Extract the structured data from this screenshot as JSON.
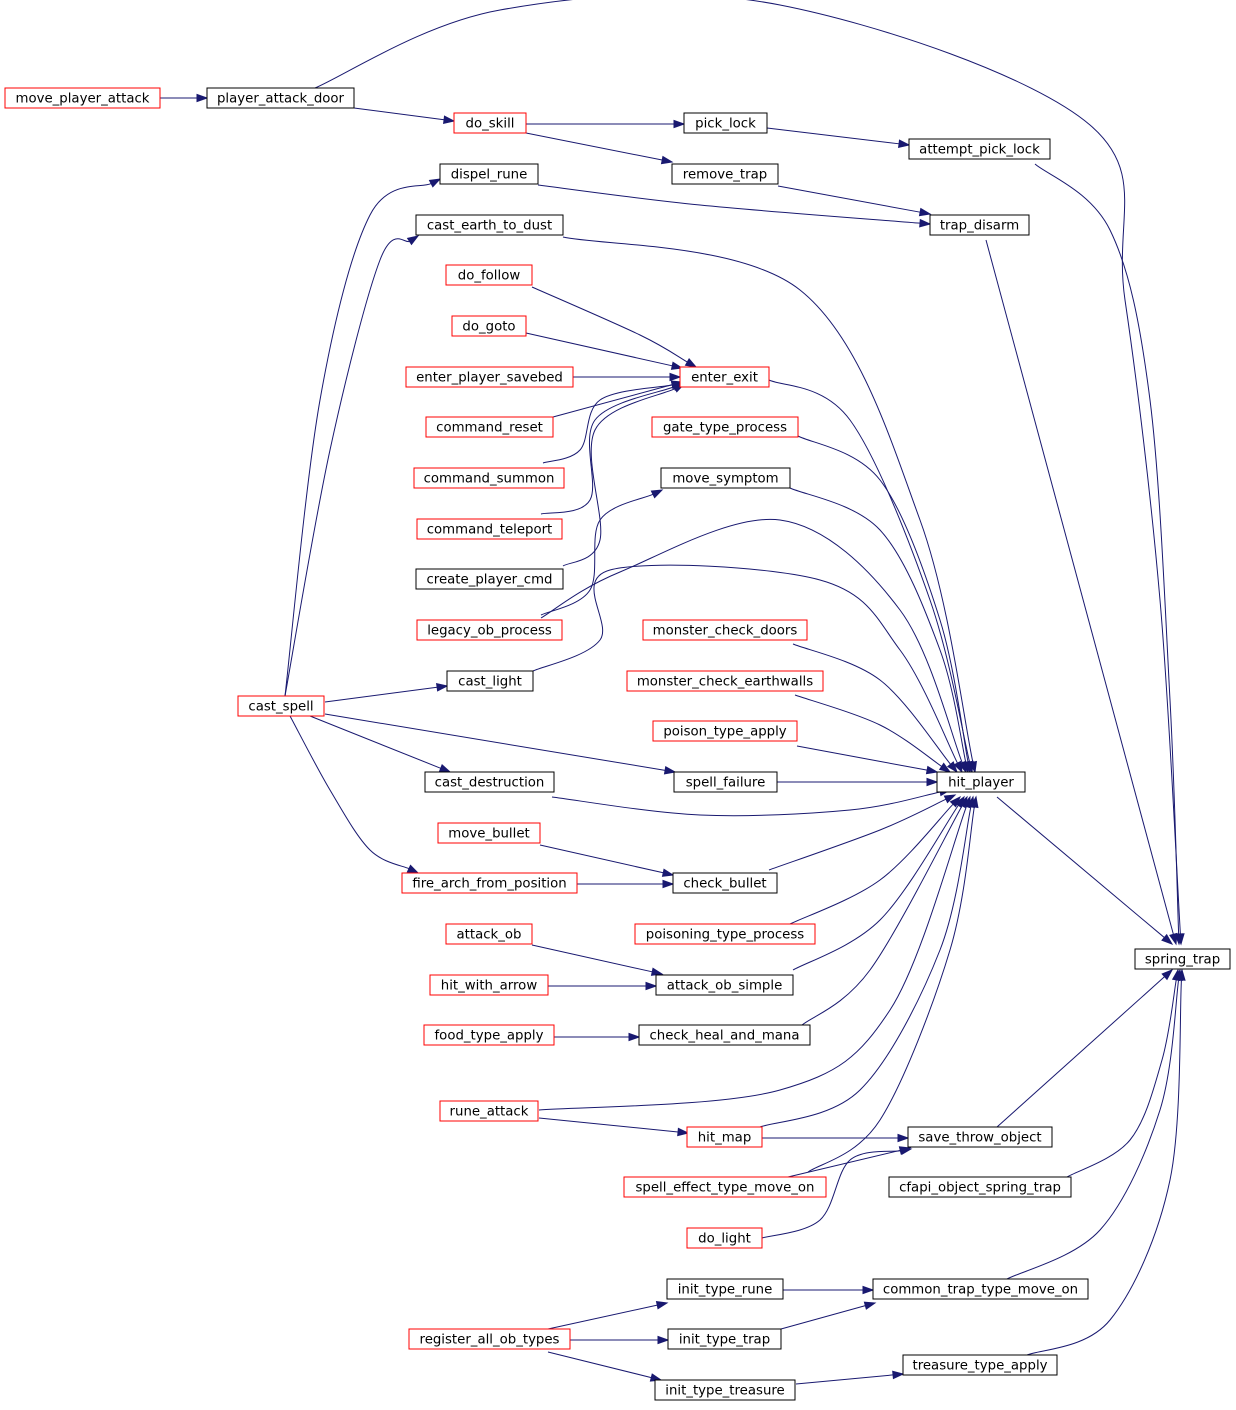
{
  "graph": {
    "title": "spring_trap caller graph",
    "colors": {
      "edge": "#191970",
      "focus_fill": "#bfbfbf",
      "focus_border": "#000000",
      "normal_border": "#000000",
      "truncated_border": "#ff0000"
    },
    "nodes": [
      {
        "id": "spring_trap",
        "label": "spring_trap",
        "style": "focus"
      },
      {
        "id": "hit_player",
        "label": "hit_player",
        "style": "normal"
      },
      {
        "id": "attempt_pick_lock",
        "label": "attempt_pick_lock",
        "style": "normal"
      },
      {
        "id": "trap_disarm",
        "label": "trap_disarm",
        "style": "normal"
      },
      {
        "id": "save_throw_object",
        "label": "save_throw_object",
        "style": "normal"
      },
      {
        "id": "cfapi_object_spring_trap",
        "label": "cfapi_object_spring_trap",
        "style": "normal"
      },
      {
        "id": "common_trap_type_move_on",
        "label": "common_trap_type_move_on",
        "style": "normal"
      },
      {
        "id": "treasure_type_apply",
        "label": "treasure_type_apply",
        "style": "normal"
      },
      {
        "id": "pick_lock",
        "label": "pick_lock",
        "style": "normal"
      },
      {
        "id": "remove_trap",
        "label": "remove_trap",
        "style": "normal"
      },
      {
        "id": "enter_exit",
        "label": "enter_exit",
        "style": "truncated"
      },
      {
        "id": "gate_type_process",
        "label": "gate_type_process",
        "style": "truncated"
      },
      {
        "id": "move_symptom",
        "label": "move_symptom",
        "style": "normal"
      },
      {
        "id": "monster_check_doors",
        "label": "monster_check_doors",
        "style": "truncated"
      },
      {
        "id": "monster_check_earthwalls",
        "label": "monster_check_earthwalls",
        "style": "truncated"
      },
      {
        "id": "poison_type_apply",
        "label": "poison_type_apply",
        "style": "truncated"
      },
      {
        "id": "spell_failure",
        "label": "spell_failure",
        "style": "normal"
      },
      {
        "id": "check_bullet",
        "label": "check_bullet",
        "style": "normal"
      },
      {
        "id": "poisoning_type_process",
        "label": "poisoning_type_process",
        "style": "truncated"
      },
      {
        "id": "attack_ob_simple",
        "label": "attack_ob_simple",
        "style": "normal"
      },
      {
        "id": "check_heal_and_mana",
        "label": "check_heal_and_mana",
        "style": "normal"
      },
      {
        "id": "hit_map",
        "label": "hit_map",
        "style": "truncated"
      },
      {
        "id": "spell_effect_type_move_on",
        "label": "spell_effect_type_move_on",
        "style": "truncated"
      },
      {
        "id": "do_light",
        "label": "do_light",
        "style": "truncated"
      },
      {
        "id": "init_type_rune",
        "label": "init_type_rune",
        "style": "normal"
      },
      {
        "id": "init_type_trap",
        "label": "init_type_trap",
        "style": "normal"
      },
      {
        "id": "init_type_treasure",
        "label": "init_type_treasure",
        "style": "normal"
      },
      {
        "id": "player_attack_door",
        "label": "player_attack_door",
        "style": "normal"
      },
      {
        "id": "do_skill",
        "label": "do_skill",
        "style": "truncated"
      },
      {
        "id": "dispel_rune",
        "label": "dispel_rune",
        "style": "normal"
      },
      {
        "id": "cast_earth_to_dust",
        "label": "cast_earth_to_dust",
        "style": "normal"
      },
      {
        "id": "do_follow",
        "label": "do_follow",
        "style": "truncated"
      },
      {
        "id": "do_goto",
        "label": "do_goto",
        "style": "truncated"
      },
      {
        "id": "enter_player_savebed",
        "label": "enter_player_savebed",
        "style": "truncated"
      },
      {
        "id": "command_reset",
        "label": "command_reset",
        "style": "truncated"
      },
      {
        "id": "command_summon",
        "label": "command_summon",
        "style": "truncated"
      },
      {
        "id": "command_teleport",
        "label": "command_teleport",
        "style": "truncated"
      },
      {
        "id": "create_player_cmd",
        "label": "create_player_cmd",
        "style": "normal"
      },
      {
        "id": "legacy_ob_process",
        "label": "legacy_ob_process",
        "style": "truncated"
      },
      {
        "id": "cast_light",
        "label": "cast_light",
        "style": "normal"
      },
      {
        "id": "cast_destruction",
        "label": "cast_destruction",
        "style": "normal"
      },
      {
        "id": "move_bullet",
        "label": "move_bullet",
        "style": "truncated"
      },
      {
        "id": "fire_arch_from_position",
        "label": "fire_arch_from_position",
        "style": "truncated"
      },
      {
        "id": "attack_ob",
        "label": "attack_ob",
        "style": "truncated"
      },
      {
        "id": "hit_with_arrow",
        "label": "hit_with_arrow",
        "style": "truncated"
      },
      {
        "id": "food_type_apply",
        "label": "food_type_apply",
        "style": "truncated"
      },
      {
        "id": "rune_attack",
        "label": "rune_attack",
        "style": "truncated"
      },
      {
        "id": "register_all_ob_types",
        "label": "register_all_ob_types",
        "style": "truncated"
      },
      {
        "id": "cast_spell",
        "label": "cast_spell",
        "style": "truncated"
      },
      {
        "id": "move_player_attack",
        "label": "move_player_attack",
        "style": "truncated"
      }
    ],
    "edges": [
      {
        "from": "hit_player",
        "to": "spring_trap"
      },
      {
        "from": "player_attack_door",
        "to": "spring_trap"
      },
      {
        "from": "attempt_pick_lock",
        "to": "spring_trap"
      },
      {
        "from": "trap_disarm",
        "to": "spring_trap"
      },
      {
        "from": "save_throw_object",
        "to": "spring_trap"
      },
      {
        "from": "cfapi_object_spring_trap",
        "to": "spring_trap"
      },
      {
        "from": "common_trap_type_move_on",
        "to": "spring_trap"
      },
      {
        "from": "treasure_type_apply",
        "to": "spring_trap"
      },
      {
        "from": "move_player_attack",
        "to": "player_attack_door"
      },
      {
        "from": "player_attack_door",
        "to": "do_skill"
      },
      {
        "from": "do_skill",
        "to": "pick_lock"
      },
      {
        "from": "do_skill",
        "to": "remove_trap"
      },
      {
        "from": "pick_lock",
        "to": "attempt_pick_lock"
      },
      {
        "from": "remove_trap",
        "to": "trap_disarm"
      },
      {
        "from": "dispel_rune",
        "to": "trap_disarm"
      },
      {
        "from": "cast_spell",
        "to": "dispel_rune"
      },
      {
        "from": "cast_spell",
        "to": "cast_earth_to_dust"
      },
      {
        "from": "cast_earth_to_dust",
        "to": "hit_player"
      },
      {
        "from": "do_follow",
        "to": "enter_exit"
      },
      {
        "from": "do_goto",
        "to": "enter_exit"
      },
      {
        "from": "enter_player_savebed",
        "to": "enter_exit"
      },
      {
        "from": "command_reset",
        "to": "enter_exit"
      },
      {
        "from": "command_summon",
        "to": "enter_exit"
      },
      {
        "from": "command_teleport",
        "to": "enter_exit"
      },
      {
        "from": "create_player_cmd",
        "to": "enter_exit"
      },
      {
        "from": "legacy_ob_process",
        "to": "move_symptom"
      },
      {
        "from": "enter_exit",
        "to": "hit_player"
      },
      {
        "from": "gate_type_process",
        "to": "hit_player"
      },
      {
        "from": "move_symptom",
        "to": "hit_player"
      },
      {
        "from": "legacy_ob_process",
        "to": "hit_player"
      },
      {
        "from": "cast_light",
        "to": "hit_player"
      },
      {
        "from": "cast_spell",
        "to": "cast_light"
      },
      {
        "from": "monster_check_doors",
        "to": "hit_player"
      },
      {
        "from": "monster_check_earthwalls",
        "to": "hit_player"
      },
      {
        "from": "poison_type_apply",
        "to": "hit_player"
      },
      {
        "from": "spell_failure",
        "to": "hit_player"
      },
      {
        "from": "cast_spell",
        "to": "spell_failure"
      },
      {
        "from": "cast_spell",
        "to": "cast_destruction"
      },
      {
        "from": "cast_destruction",
        "to": "hit_player"
      },
      {
        "from": "cast_spell",
        "to": "fire_arch_from_position"
      },
      {
        "from": "move_bullet",
        "to": "check_bullet"
      },
      {
        "from": "fire_arch_from_position",
        "to": "check_bullet"
      },
      {
        "from": "check_bullet",
        "to": "hit_player"
      },
      {
        "from": "poisoning_type_process",
        "to": "hit_player"
      },
      {
        "from": "attack_ob",
        "to": "attack_ob_simple"
      },
      {
        "from": "hit_with_arrow",
        "to": "attack_ob_simple"
      },
      {
        "from": "attack_ob_simple",
        "to": "hit_player"
      },
      {
        "from": "food_type_apply",
        "to": "check_heal_and_mana"
      },
      {
        "from": "check_heal_and_mana",
        "to": "hit_player"
      },
      {
        "from": "rune_attack",
        "to": "hit_player"
      },
      {
        "from": "rune_attack",
        "to": "hit_map"
      },
      {
        "from": "hit_map",
        "to": "hit_player"
      },
      {
        "from": "hit_map",
        "to": "save_throw_object"
      },
      {
        "from": "spell_effect_type_move_on",
        "to": "hit_player"
      },
      {
        "from": "spell_effect_type_move_on",
        "to": "save_throw_object"
      },
      {
        "from": "do_light",
        "to": "save_throw_object"
      },
      {
        "from": "init_type_rune",
        "to": "common_trap_type_move_on"
      },
      {
        "from": "init_type_trap",
        "to": "common_trap_type_move_on"
      },
      {
        "from": "register_all_ob_types",
        "to": "init_type_rune"
      },
      {
        "from": "register_all_ob_types",
        "to": "init_type_trap"
      },
      {
        "from": "register_all_ob_types",
        "to": "init_type_treasure"
      },
      {
        "from": "init_type_treasure",
        "to": "treasure_type_apply"
      }
    ]
  }
}
